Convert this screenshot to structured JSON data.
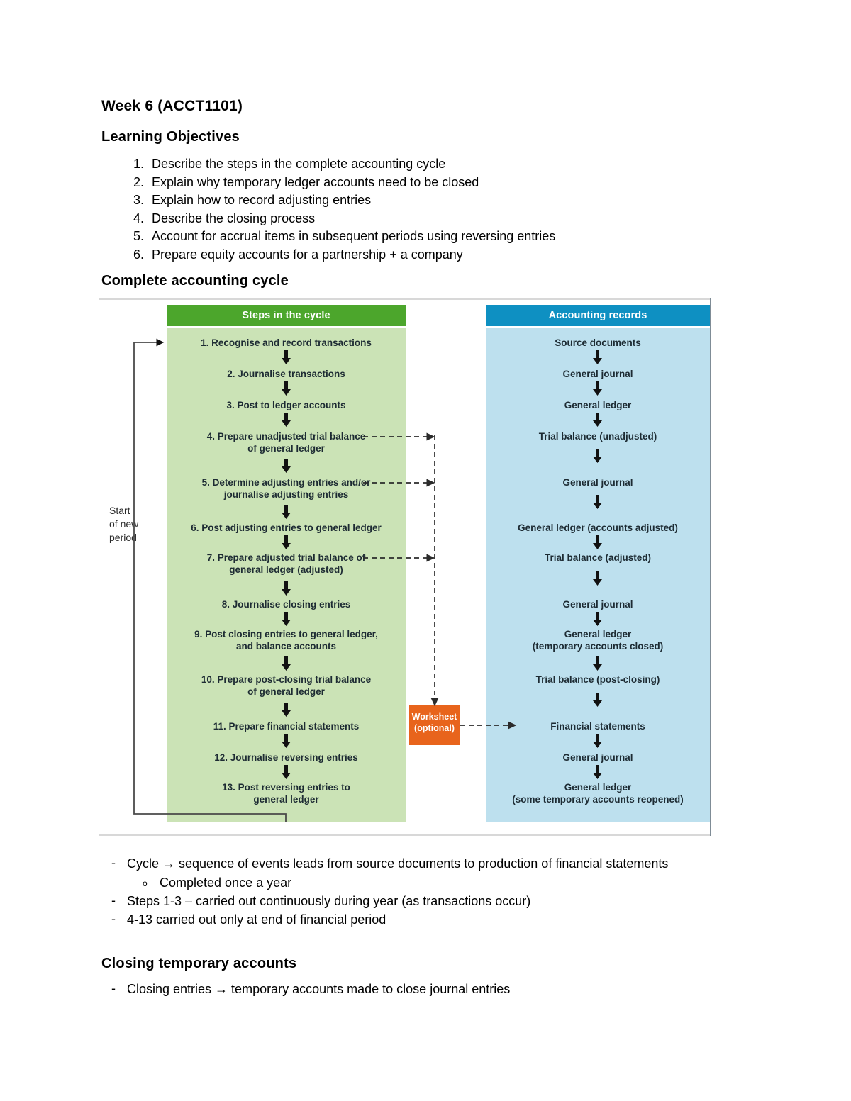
{
  "document": {
    "title": "Week 6 (ACCT1101)",
    "headings": {
      "learning_objectives": "Learning Objectives",
      "complete_accounting_cycle": "Complete accounting cycle",
      "closing_temporary_accounts": "Closing temporary accounts"
    },
    "learning_objectives": [
      {
        "pre": "Describe the steps in the ",
        "underlined": "complete",
        "post": " accounting cycle"
      },
      {
        "pre": "Explain why temporary ledger accounts need to be closed",
        "underlined": "",
        "post": ""
      },
      {
        "pre": "Explain how to record adjusting entries",
        "underlined": "",
        "post": ""
      },
      {
        "pre": "Describe the closing process",
        "underlined": "",
        "post": ""
      },
      {
        "pre": "Account for accrual items in subsequent periods using reversing entries",
        "underlined": "",
        "post": ""
      },
      {
        "pre": "Prepare equity accounts for a partnership + a company",
        "underlined": "",
        "post": ""
      }
    ],
    "cycle_notes": [
      "Cycle → sequence of events leads from source documents to production of financial statements",
      "Steps 1-3 – carried out continuously during year (as transactions occur)",
      "4-13 carried out only at end of financial period"
    ],
    "cycle_subnote": "Completed once a year",
    "closing_notes": [
      "Closing entries → temporary accounts made to close journal entries"
    ]
  },
  "figure": {
    "steps_column": {
      "header": "Steps in the cycle",
      "items": [
        "1. Recognise and record transactions",
        "2. Journalise transactions",
        "3. Post to ledger accounts",
        "4. Prepare unadjusted trial balance\nof general ledger",
        "5. Determine adjusting entries and/or\njournalise adjusting entries",
        "6. Post adjusting entries to general ledger",
        "7. Prepare adjusted trial balance of\ngeneral ledger (adjusted)",
        "8. Journalise closing entries",
        "9. Post closing entries to general ledger,\nand balance accounts",
        "10. Prepare post-closing trial balance\nof general ledger",
        "11. Prepare financial statements",
        "12. Journalise reversing entries",
        "13. Post reversing entries to\ngeneral ledger"
      ]
    },
    "records_column": {
      "header": "Accounting records",
      "items": [
        "Source documents",
        "General journal",
        "General ledger",
        "Trial balance (unadjusted)",
        "General journal",
        "General ledger (accounts adjusted)",
        "Trial balance (adjusted)",
        "General journal",
        "General ledger\n(temporary accounts closed)",
        "Trial balance (post-closing)",
        "Financial statements",
        "General journal",
        "General ledger\n(some temporary accounts reopened)"
      ]
    },
    "worksheet": "Worksheet\n(optional)",
    "start_label": "Start\nof new\nperiod",
    "colors": {
      "steps_header": "#4ca62c",
      "steps_body": "#cbe3b6",
      "records_header": "#0e90c2",
      "records_body": "#bde0ee",
      "worksheet": "#e8641c"
    }
  }
}
